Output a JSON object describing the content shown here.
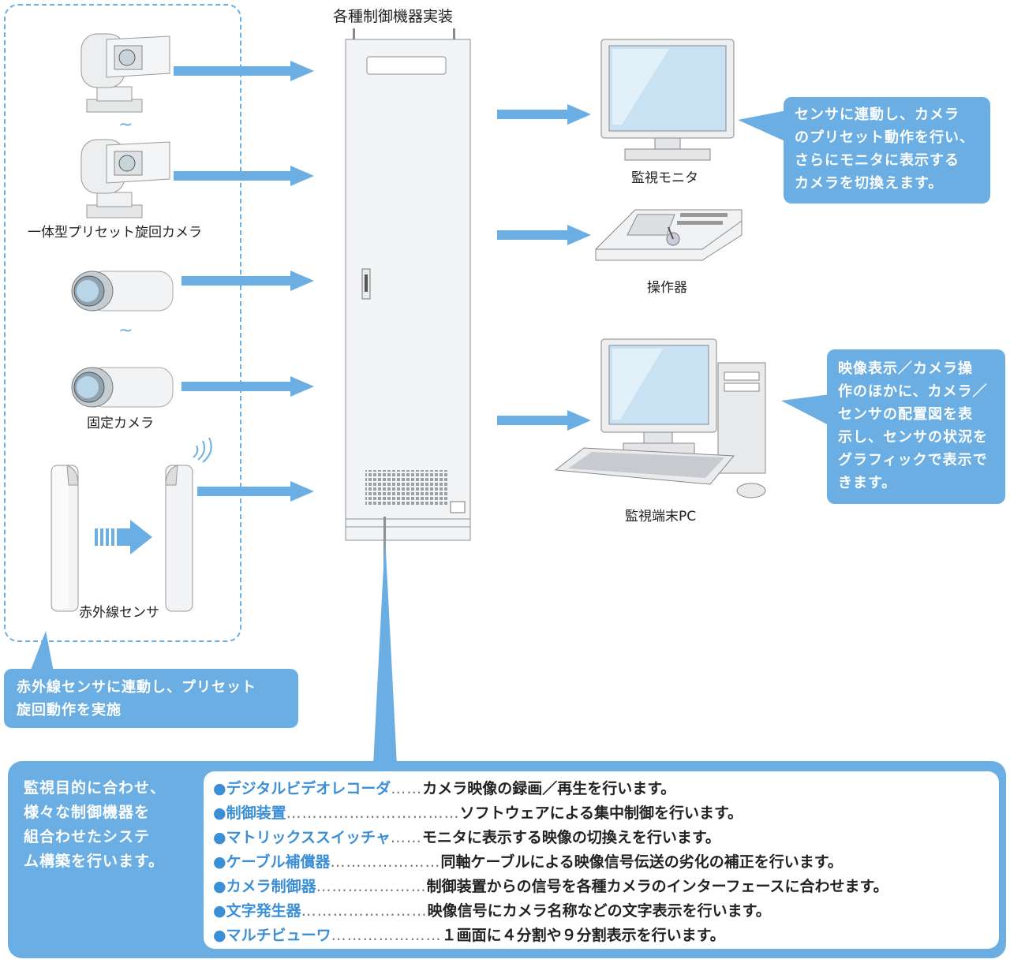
{
  "rack_title": "各種制御機器実装",
  "camera_labels": {
    "ptz": "一体型プリセット旋回カメラ",
    "fixed": "固定カメラ",
    "sensor": "赤外線センサ"
  },
  "device_labels": {
    "monitor": "監視モニタ",
    "console": "操作器",
    "pc": "監視端末PC"
  },
  "callouts": {
    "monitor": [
      "センサに連動し、カメラ",
      "のプリセット動作を行い、",
      "さらにモニタに表示する",
      "カメラを切換えます。"
    ],
    "pc": [
      "映像表示／カメラ操",
      "作のほかに、カメラ／",
      "センサの配置図を表",
      "示し、センサの状況を",
      "グラフィックで表示で",
      "きます。"
    ],
    "sensor": [
      "赤外線センサに連動し、プリセット",
      "旋回動作を実施"
    ],
    "system": [
      "監視目的に合わせ、",
      "様々な制御機器を",
      "組合わせたシステ",
      "ム構築を行います。"
    ]
  },
  "equipment": [
    {
      "term": "●デジタルビデオレコーダ",
      "dots": "……",
      "desc": "カメラ映像の録画／再生を行います。"
    },
    {
      "term": "●制御装置",
      "dots": "……………………………",
      "desc": "ソフトウェアによる集中制御を行います。"
    },
    {
      "term": "●マトリックススイッチャ",
      "dots": "……",
      "desc": "モニタに表示する映像の切換えを行います。"
    },
    {
      "term": "●ケーブル補償器",
      "dots": "…………………",
      "desc": "同軸ケーブルによる映像信号伝送の劣化の補正を行います。"
    },
    {
      "term": "●カメラ制御器",
      "dots": "…………………",
      "desc": "制御装置からの信号を各種カメラのインターフェースに合わせます。"
    },
    {
      "term": "●文字発生器",
      "dots": "……………………",
      "desc": "映像信号にカメラ名称などの文字表示を行います。"
    },
    {
      "term": "●マルチビューワ",
      "dots": "…………………",
      "desc": "１画面に４分割や９分割表示を行います。"
    }
  ],
  "colors": {
    "accent": "#6aaee3",
    "term": "#3b8fd6"
  }
}
